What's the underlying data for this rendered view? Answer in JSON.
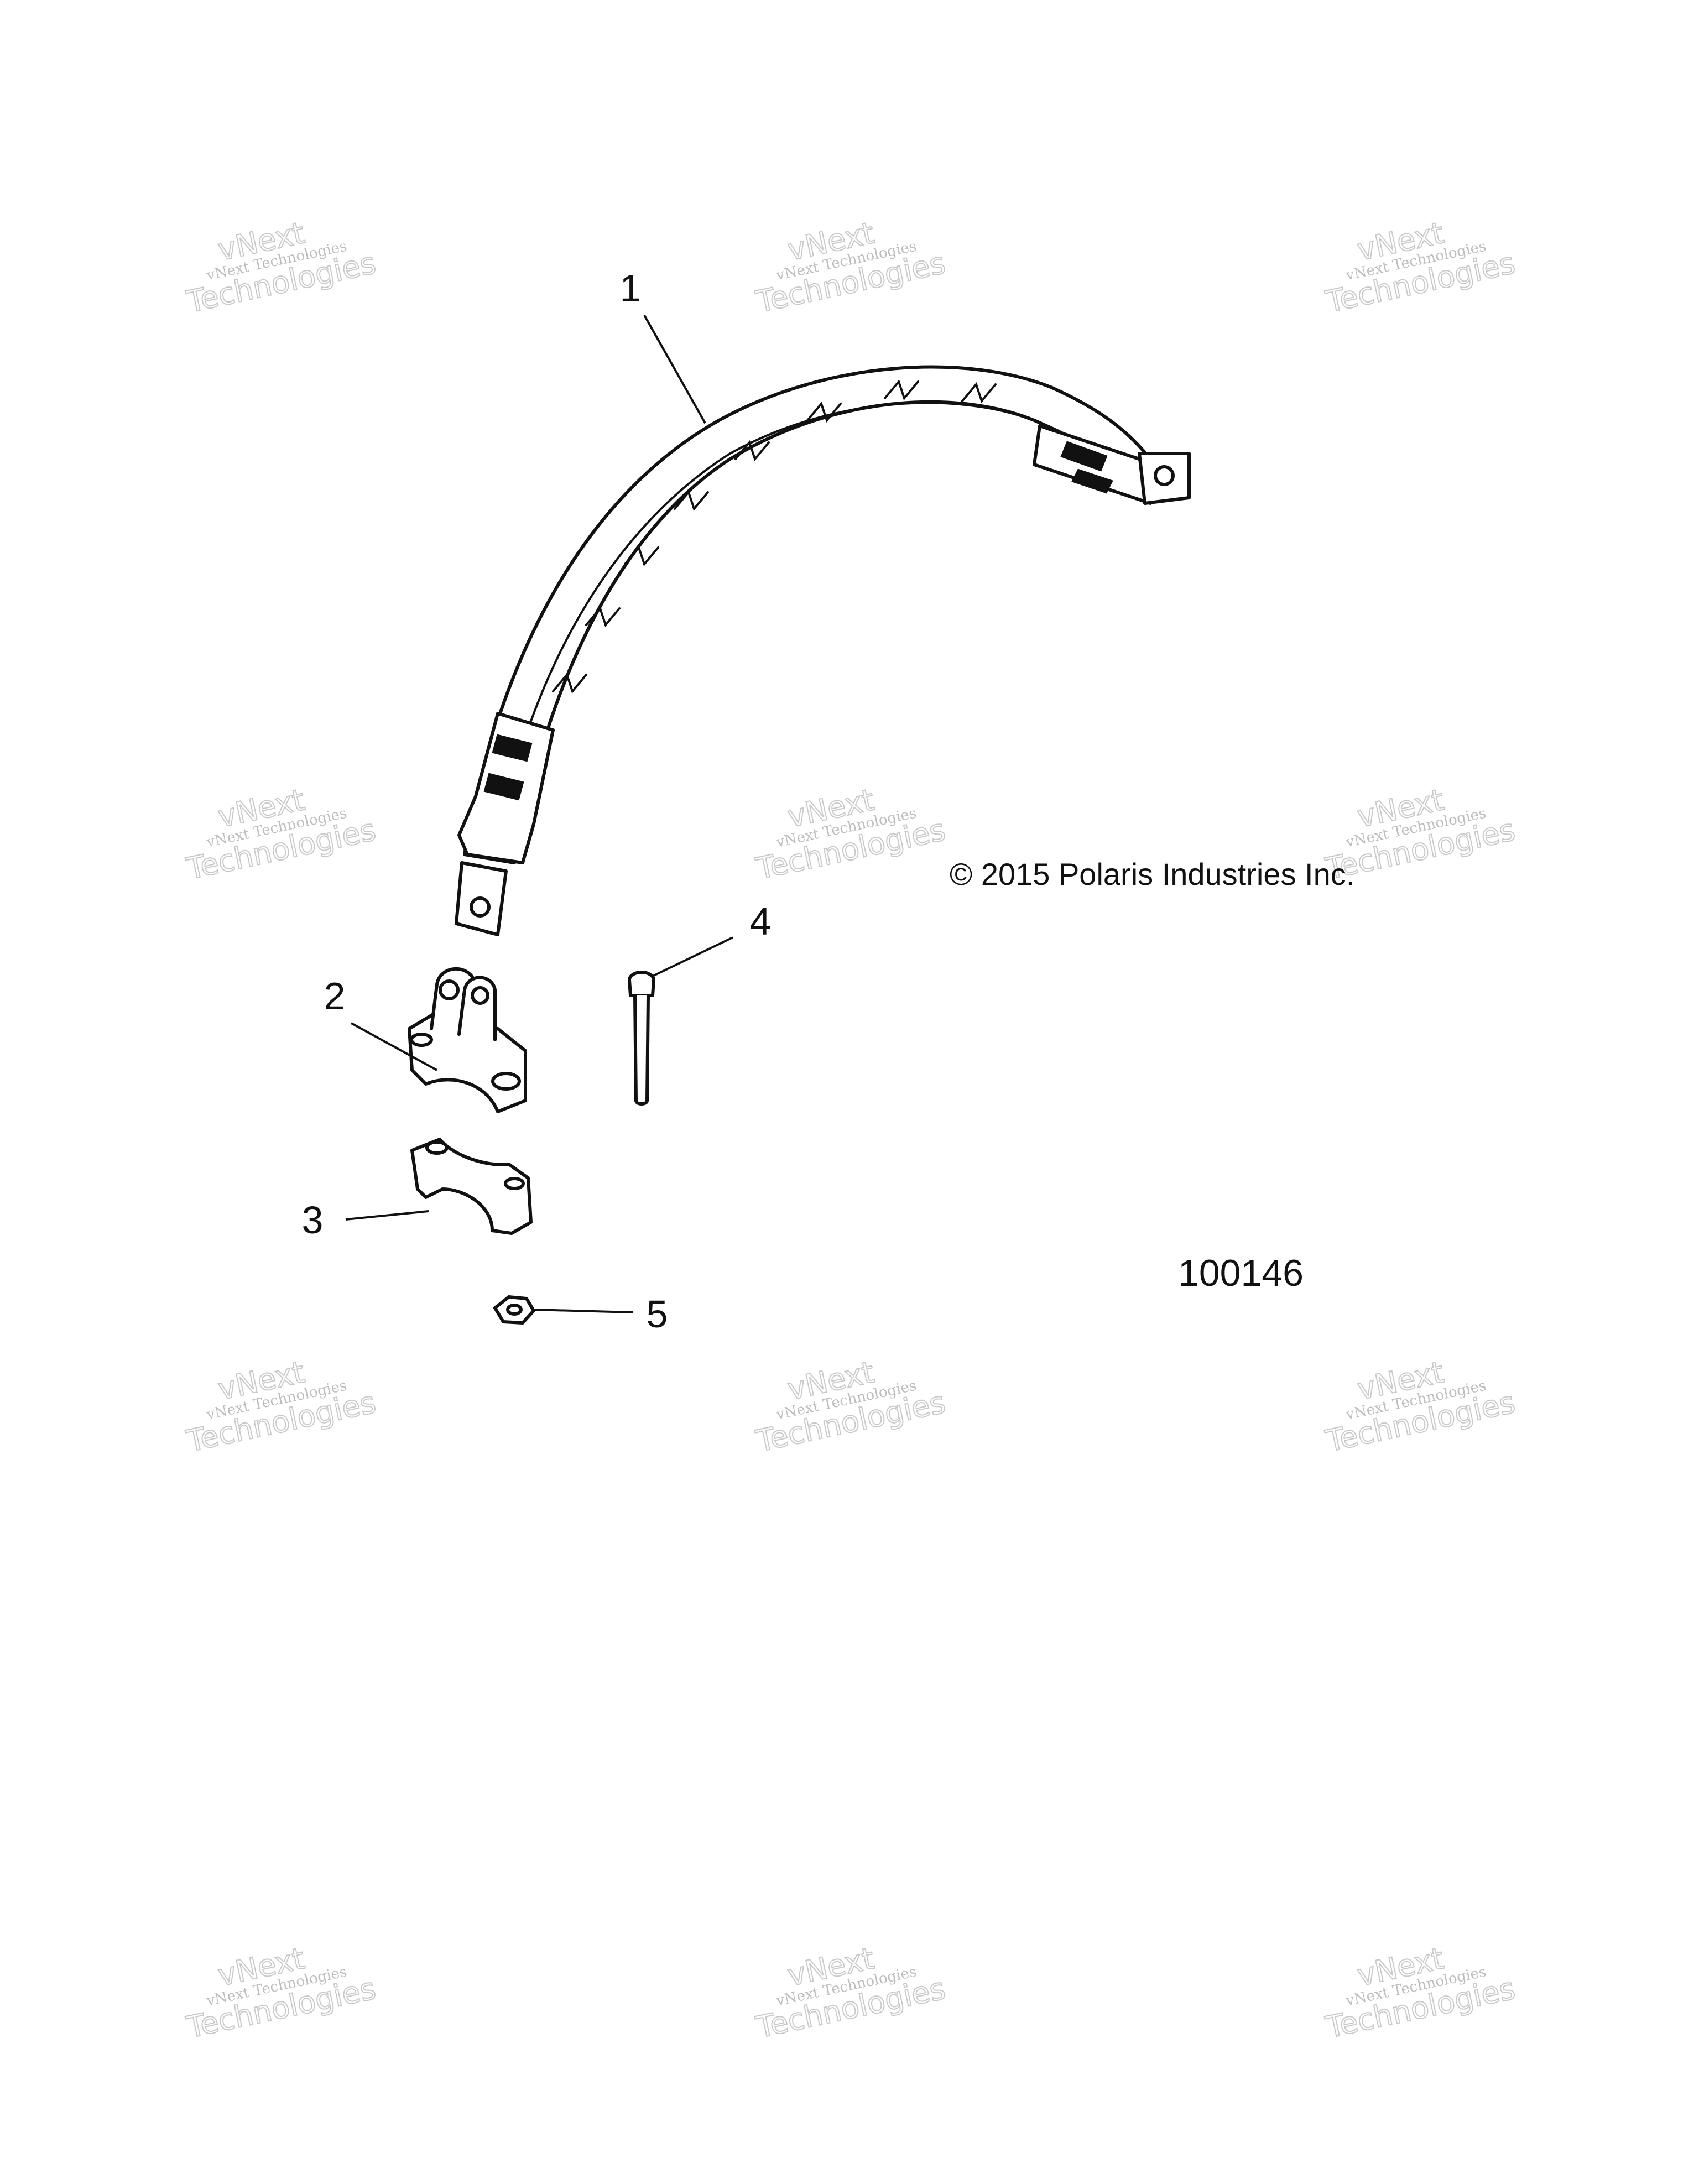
{
  "callouts": [
    {
      "id": 1,
      "label": "1"
    },
    {
      "id": 2,
      "label": "2"
    },
    {
      "id": 3,
      "label": "3"
    },
    {
      "id": 4,
      "label": "4"
    },
    {
      "id": 5,
      "label": "5"
    }
  ],
  "copyright": "© 2015 Polaris Industries Inc.",
  "drawing_number": "100146",
  "watermark": {
    "line1": "vNext",
    "line2": "vNext Technologies",
    "line3": "Technologies"
  }
}
